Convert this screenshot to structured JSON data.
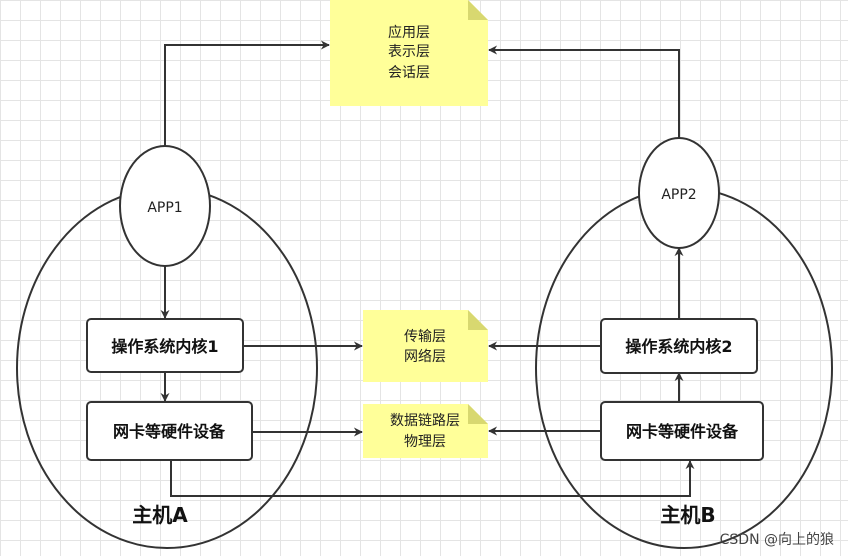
{
  "notes": {
    "top": [
      "应用层",
      "表示层",
      "会话层"
    ],
    "middle": [
      "传输层",
      "网络层"
    ],
    "bottom": [
      "数据链路层",
      "物理层"
    ]
  },
  "host_a": {
    "app": "APP1",
    "kernel": "操作系统内核1",
    "hardware": "网卡等硬件设备",
    "label": "主机A"
  },
  "host_b": {
    "app": "APP2",
    "kernel": "操作系统内核2",
    "hardware": "网卡等硬件设备",
    "label": "主机B"
  },
  "watermark": "CSDN @向上的狼",
  "colors": {
    "note_fill": "#ffff99",
    "note_fold": "#d8d870",
    "stroke": "#333333"
  }
}
